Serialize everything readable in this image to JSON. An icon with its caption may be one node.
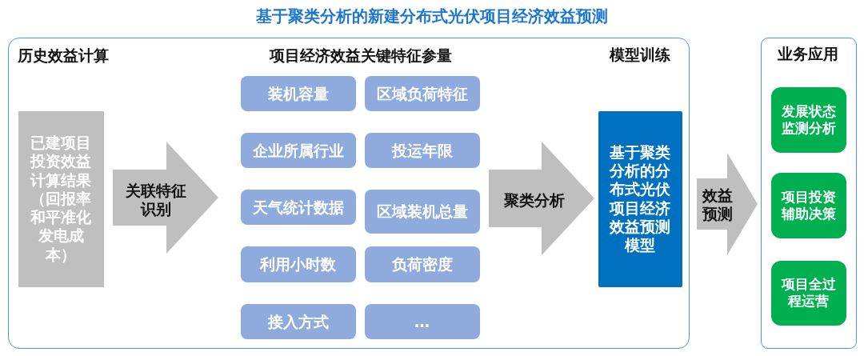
{
  "diagram": {
    "title": "基于聚类分析的新建分布式光伏项目经济效益预测",
    "nodes": [
      {
        "text": [
          "历史效益计算",
          "项目经济效益关键特征参量",
          "模型训练"
        ]
      },
      {
        "text": [
          "已建项目投资效益计算结果（回报率和平准化发电成本）"
        ],
        "in": 0
      },
      {
        "text": [
          "装机容量"
        ],
        "in": 0
      },
      {
        "text": [
          "区域负荷特征"
        ],
        "in": 0
      },
      {
        "text": [
          "企业所属行业"
        ],
        "in": 0
      },
      {
        "text": [
          "投运年限"
        ],
        "in": 0
      },
      {
        "text": [
          "天气统计数据"
        ],
        "in": 0
      },
      {
        "text": [
          "区域装机总量"
        ],
        "in": 0
      },
      {
        "text": [
          "利用小时数"
        ],
        "in": 0
      },
      {
        "text": [
          "负荷密度"
        ],
        "in": 0
      },
      {
        "text": [
          "接入方式"
        ],
        "in": 0
      },
      {
        "text": [
          "…"
        ],
        "in": 0
      },
      {
        "text": [
          "基于聚类分析的分布式光伏项目经济效益预测模型"
        ],
        "in": 0
      },
      {
        "text": [
          "业务应用"
        ]
      },
      {
        "text": [
          "发展状态监测分析"
        ],
        "in": 13
      },
      {
        "text": [
          "项目投资辅助决策"
        ],
        "in": 13
      },
      {
        "text": [
          "项目全过程运营"
        ],
        "in": 13
      }
    ],
    "edges": [
      {
        "from": 1,
        "to": null,
        "arrow": "to",
        "label": "关联特征识别"
      },
      {
        "from": null,
        "to": 12,
        "arrow": "to",
        "label": "聚类分析"
      },
      {
        "from": 12,
        "to": 13,
        "arrow": "to",
        "label": "效益预测"
      }
    ]
  }
}
